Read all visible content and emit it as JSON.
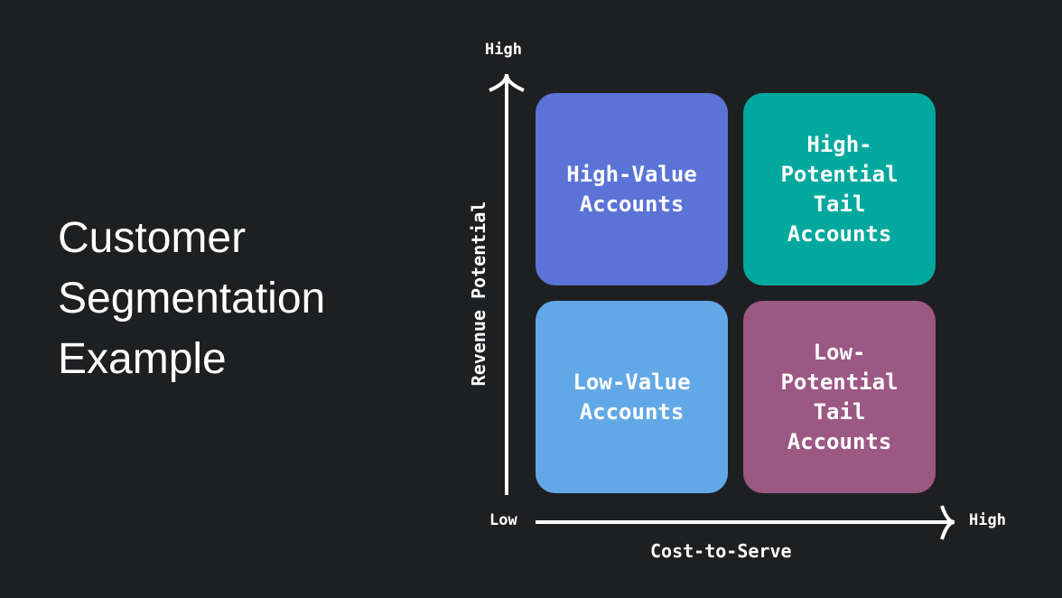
{
  "title": {
    "lines": [
      "Customer",
      "Segmentation",
      "Example"
    ]
  },
  "y_axis": {
    "label": "Revenue Potential",
    "high_label": "High",
    "low_label": "Low"
  },
  "x_axis": {
    "label": "Cost-to-Serve",
    "high_label": "High"
  },
  "quadrants": [
    {
      "label": "High-Value Accounts",
      "color": "#5b73d6"
    },
    {
      "label": "High-Potential Tail Accounts",
      "color": "#00a89d"
    },
    {
      "label": "Low-Value Accounts",
      "color": "#63a8e6"
    },
    {
      "label": "Low-Potential Tail Accounts",
      "color": "#9b5883"
    }
  ]
}
